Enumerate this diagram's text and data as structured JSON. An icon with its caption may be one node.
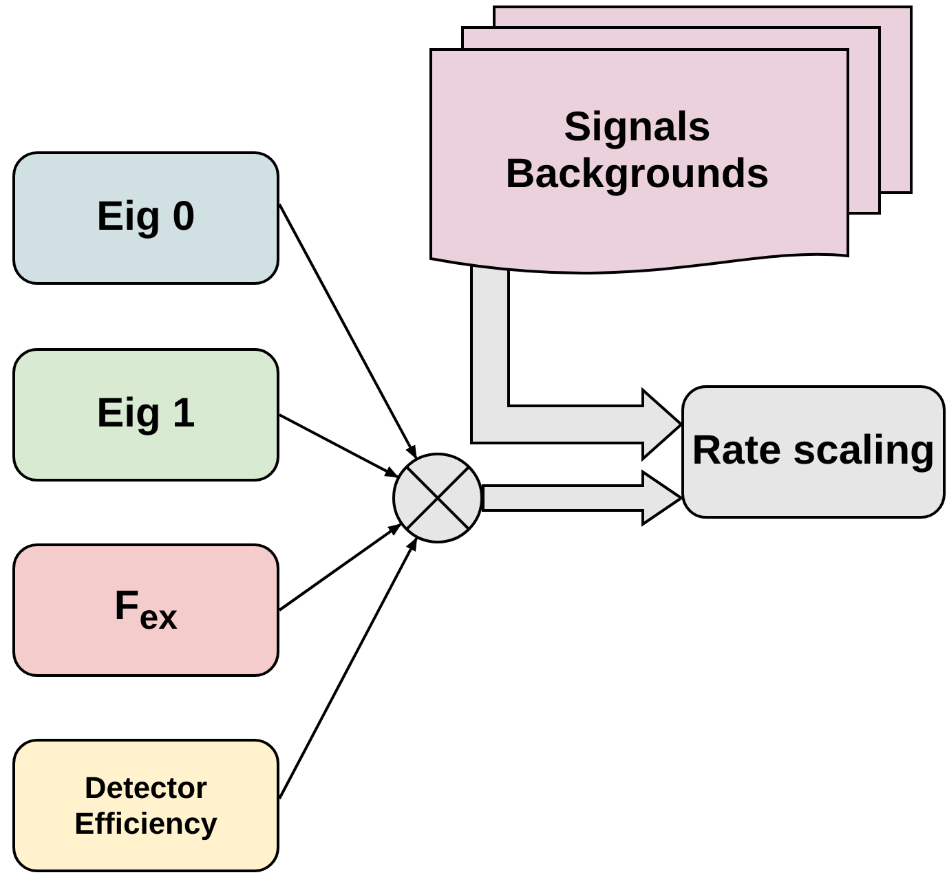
{
  "diagram": {
    "nodes": [
      {
        "text": [
          "Eig 0"
        ]
      },
      {
        "text": [
          "Eig 1"
        ]
      },
      {
        "text": [
          "F$_{ex}$"
        ]
      },
      {
        "text": [
          "Detector Efficiency"
        ]
      },
      {
        "text": [],
        "shape": "circle"
      },
      {
        "text": [
          "Signals Backgrounds"
        ]
      },
      {
        "text": [
          "Rate scaling"
        ]
      }
    ],
    "edges": [
      {
        "from": 0,
        "to": 4,
        "arrow": "to"
      },
      {
        "from": 1,
        "to": 4,
        "arrow": "to"
      },
      {
        "from": 2,
        "to": 4,
        "arrow": "to"
      },
      {
        "from": 3,
        "to": 4,
        "arrow": "to"
      },
      {
        "from": 4,
        "to": 6,
        "arrow": "to",
        "style": "thick"
      },
      {
        "from": 5,
        "to": 6,
        "arrow": "to",
        "style": "thick"
      }
    ]
  }
}
